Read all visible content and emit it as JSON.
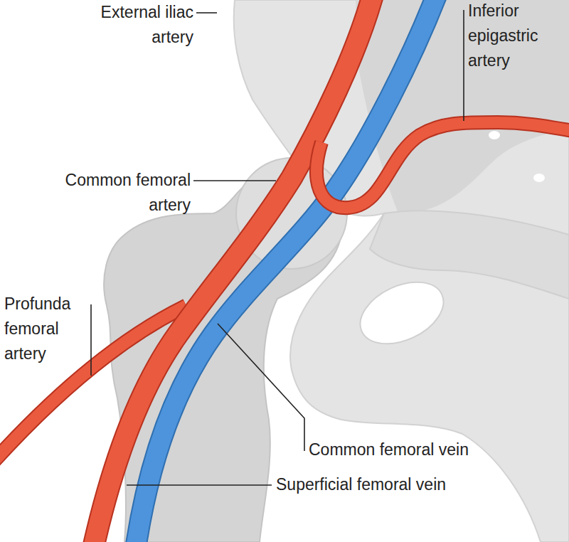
{
  "diagram": {
    "labels": [
      "External iliac artery",
      "Inferior epigastric artery",
      "Common femoral artery",
      "Profunda femoral artery",
      "Common femoral vein",
      "Superficial femoral vein"
    ]
  }
}
